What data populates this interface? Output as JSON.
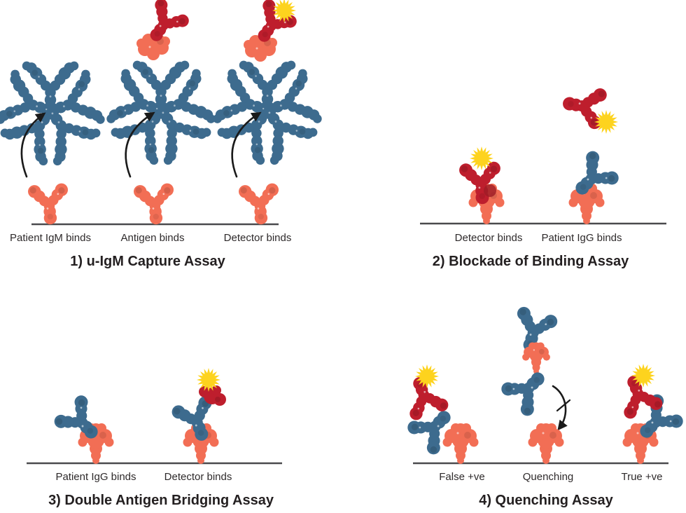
{
  "colors": {
    "blue": "#3D6B8E",
    "salmon": "#F26E55",
    "red": "#BE1E2D",
    "dark_red": "#9E1B26",
    "yellow": "#FDD31E",
    "surface_line": "#4A4A4D",
    "arrow": "#1A1A1A",
    "text": "#231F20"
  },
  "panels": {
    "p1": {
      "title": "1) u-IgM Capture Assay",
      "labels": [
        "Patient IgM binds",
        "Antigen binds",
        "Detector binds"
      ]
    },
    "p2": {
      "title": "2) Blockade of Binding Assay",
      "labels": [
        "Detector binds",
        "Patient IgG binds"
      ]
    },
    "p3": {
      "title": "3) Double Antigen Bridging Assay",
      "labels": [
        "Patient IgG binds",
        "Detector binds"
      ]
    },
    "p4": {
      "title": "4) Quenching Assay",
      "labels": [
        "False +ve",
        "Quenching",
        "True +ve"
      ]
    }
  }
}
